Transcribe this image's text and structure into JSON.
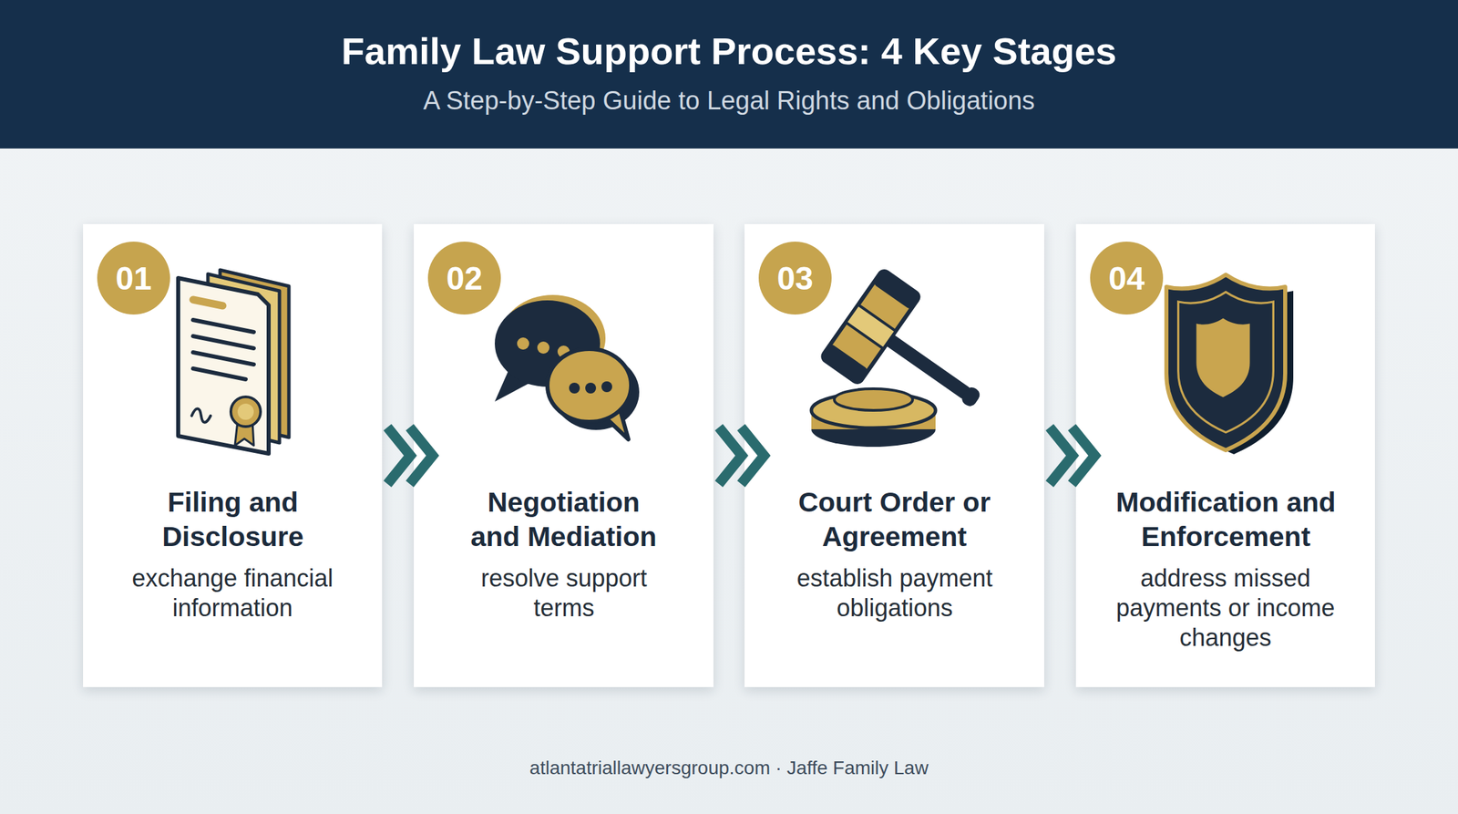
{
  "diagram": {
    "title": "Family Law Support Process: 4 Key Stages",
    "caption": "atlantatriallawyersgroup.com · Jaffe Family Law",
    "nodes": [
      {
        "text": [
          "Filing and Disclosure",
          "exchange financial information"
        ]
      },
      {
        "text": [
          "Negotiation and Mediation",
          "resolve support terms"
        ]
      },
      {
        "text": [
          "Court Order or Agreement",
          "establish payment obligations"
        ]
      },
      {
        "text": [
          "Modification and Enforcement",
          "address missed payments or income changes"
        ]
      }
    ],
    "edges": [
      {
        "from": 0,
        "to": 1,
        "arrow": "to"
      },
      {
        "from": 1,
        "to": 2,
        "arrow": "to"
      },
      {
        "from": 2,
        "to": 3,
        "arrow": "to"
      }
    ],
    "labels": [
      "A Step-by-Step Guide to Legal Rights and Obligations",
      "01",
      "02",
      "03",
      "04"
    ]
  }
}
